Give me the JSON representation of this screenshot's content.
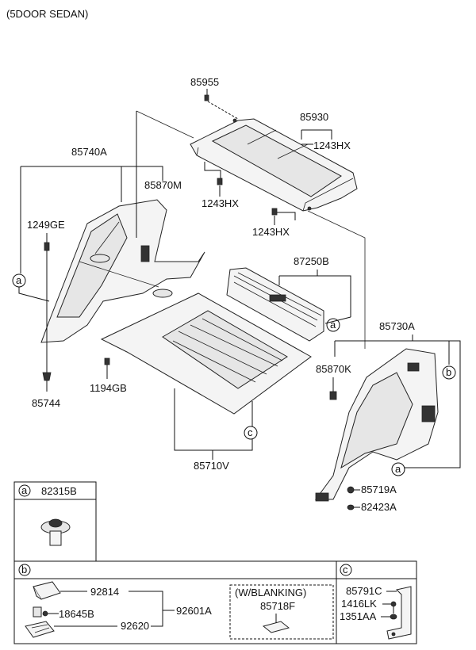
{
  "header": {
    "title": "(5DOOR SEDAN)"
  },
  "parts": {
    "p85955": "85955",
    "p85930": "85930",
    "p1243hx_a": "1243HX",
    "p1243hx_b": "1243HX",
    "p1243hx_c": "1243HX",
    "p85740a": "85740A",
    "p85870m": "85870M",
    "p1249ge": "1249GE",
    "p87250b": "87250B",
    "p85730a": "85730A",
    "p85870k": "85870K",
    "p1194gb": "1194GB",
    "p85744": "85744",
    "p85710v": "85710V",
    "p85719a": "85719A",
    "p82423a": "82423A"
  },
  "callouts": {
    "a": "a",
    "b": "b",
    "c": "c"
  },
  "detail_a": {
    "key": "a",
    "part": "82315B"
  },
  "detail_b": {
    "key": "b",
    "p92814": "92814",
    "p18645b": "18645B",
    "p92620": "92620",
    "p92601a": "92601A",
    "variant": "(W/BLANKING)",
    "p85718f": "85718F"
  },
  "detail_c": {
    "key": "c",
    "p85791c": "85791C",
    "p1416lk": "1416LK",
    "p1351aa": "1351AA"
  }
}
